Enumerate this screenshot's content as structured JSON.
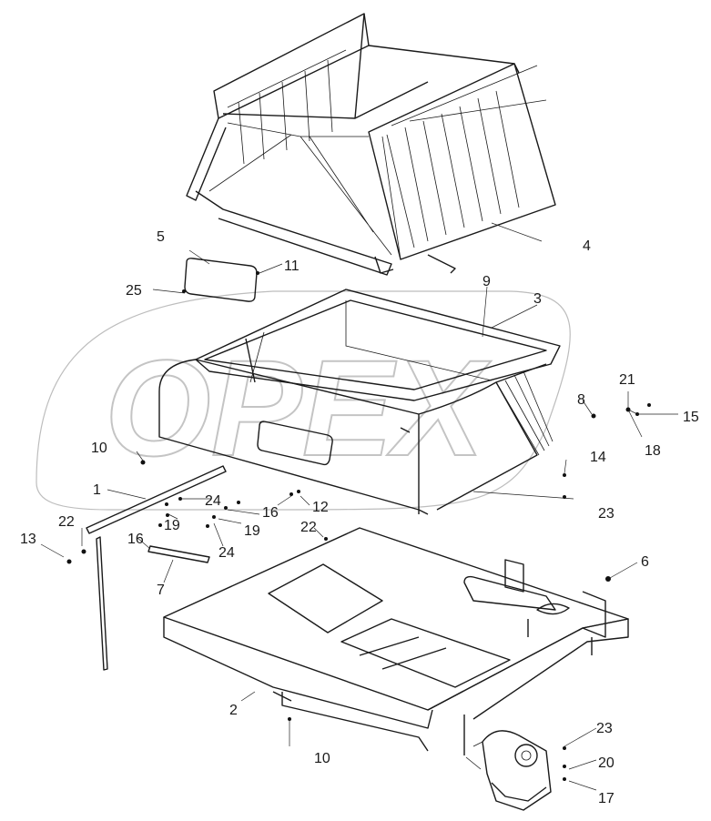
{
  "watermark": {
    "text": "OPEX"
  },
  "callouts": [
    {
      "id": "c1",
      "text": "1"
    },
    {
      "id": "c2",
      "text": "2"
    },
    {
      "id": "c3",
      "text": "3"
    },
    {
      "id": "c4",
      "text": "4"
    },
    {
      "id": "c5",
      "text": "5"
    },
    {
      "id": "c6",
      "text": "6"
    },
    {
      "id": "c7",
      "text": "7"
    },
    {
      "id": "c8",
      "text": "8"
    },
    {
      "id": "c9",
      "text": "9"
    },
    {
      "id": "c10a",
      "text": "10"
    },
    {
      "id": "c10b",
      "text": "10"
    },
    {
      "id": "c11",
      "text": "11"
    },
    {
      "id": "c12",
      "text": "12"
    },
    {
      "id": "c13",
      "text": "13"
    },
    {
      "id": "c14",
      "text": "14"
    },
    {
      "id": "c15",
      "text": "15"
    },
    {
      "id": "c16a",
      "text": "16"
    },
    {
      "id": "c16b",
      "text": "16"
    },
    {
      "id": "c17",
      "text": "17"
    },
    {
      "id": "c18",
      "text": "18"
    },
    {
      "id": "c19a",
      "text": "19"
    },
    {
      "id": "c19b",
      "text": "19"
    },
    {
      "id": "c20",
      "text": "20"
    },
    {
      "id": "c21",
      "text": "21"
    },
    {
      "id": "c22a",
      "text": "22"
    },
    {
      "id": "c22b",
      "text": "22"
    },
    {
      "id": "c23a",
      "text": "23"
    },
    {
      "id": "c23b",
      "text": "23"
    },
    {
      "id": "c24a",
      "text": "24"
    },
    {
      "id": "c24b",
      "text": "24"
    },
    {
      "id": "c25",
      "text": "25"
    }
  ]
}
